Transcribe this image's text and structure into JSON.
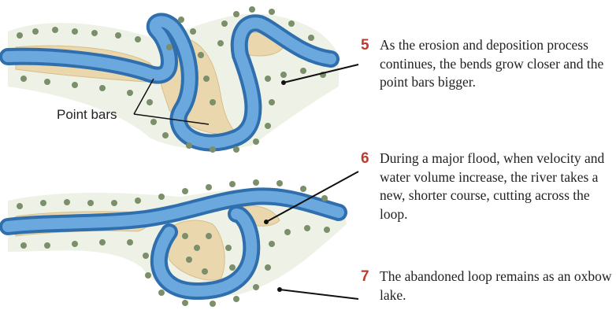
{
  "labels": {
    "point_bars": "Point bars"
  },
  "steps": [
    {
      "number": "5",
      "text": "As the erosion and deposition process continues, the bends grow closer and the point bars bigger."
    },
    {
      "number": "6",
      "text": "During a major flood, when velocity and water volume increase, the river takes a new, shorter course, cutting across the loop."
    },
    {
      "number": "7",
      "text": "The abandoned loop remains as an oxbow lake."
    }
  ],
  "colors": {
    "river": "#4f92cf",
    "river_edge": "#2f6fae",
    "sand": "#ead7ad",
    "vegetation": "#7a8f6a",
    "step_number": "#c0392b"
  }
}
